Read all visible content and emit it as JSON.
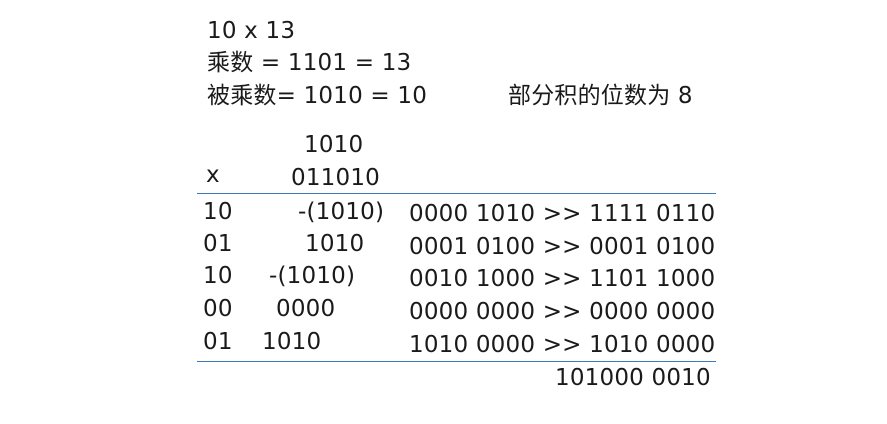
{
  "header": {
    "line1": "10 x 13",
    "line2": "乘数 = 1101 = 13",
    "line3": "被乘数= 1010 = 10",
    "partial_bits_note": "部分积的位数为 8"
  },
  "setup": {
    "multiplicand": "1010",
    "times_symbol": "x",
    "multiplier": "011010"
  },
  "rows": [
    {
      "pair": "10",
      "operand": "-(1010)",
      "step": "0000 1010 >> 1111 0110"
    },
    {
      "pair": "01",
      "operand": "1010",
      "step": "0001 0100 >> 0001 0100"
    },
    {
      "pair": "10",
      "operand": "-(1010)",
      "step": "0010 1000 >> 1101 1000"
    },
    {
      "pair": "00",
      "operand": "0000",
      "step": "0000 0000 >> 0000 0000"
    },
    {
      "pair": "01",
      "operand": "1010",
      "step": "1010 0000 >> 1010 0000"
    }
  ],
  "result": "101000 0010"
}
